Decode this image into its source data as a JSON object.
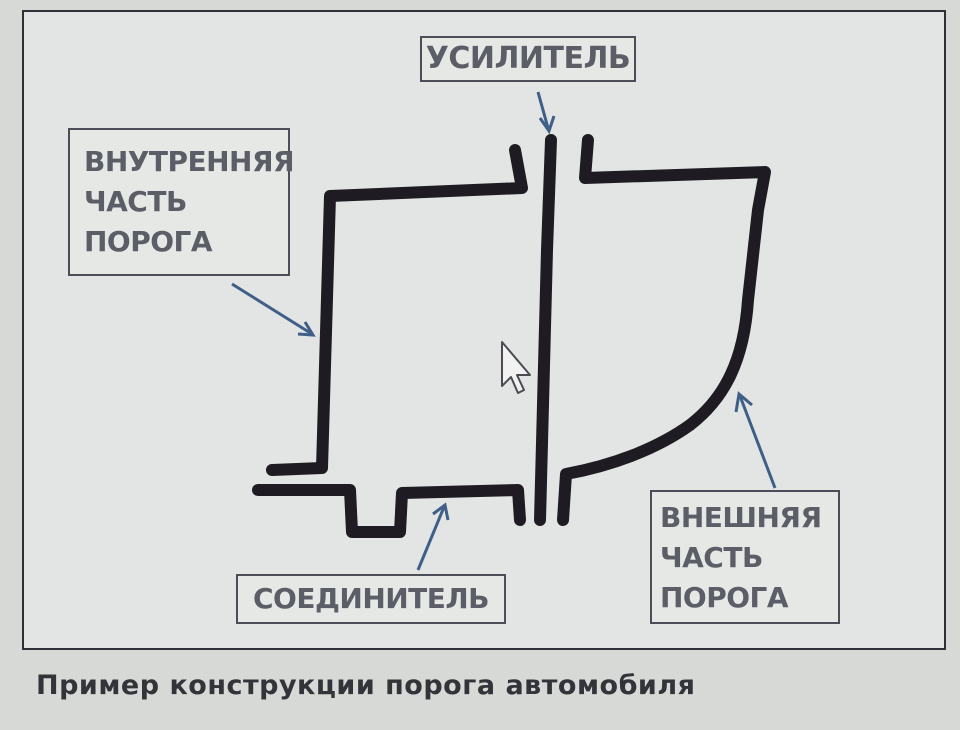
{
  "labels": {
    "reinforcer": "УСИЛИТЕЛЬ",
    "inner": [
      "ВНУТРЕННЯЯ",
      "ЧАСТЬ",
      "ПОРОГА"
    ],
    "outer": [
      "ВНЕШНЯЯ",
      "ЧАСТЬ",
      "ПОРОГА"
    ],
    "connector": "СОЕДИНИТЕЛЬ"
  },
  "caption": "Пример конструкции порога автомобиля",
  "colors": {
    "profile_line": "#1e1c22",
    "arrow": "#3f5f88",
    "label_text": "#5b5e66",
    "background": "#e2e5e3"
  },
  "icons": [
    "cursor-arrow-icon"
  ]
}
